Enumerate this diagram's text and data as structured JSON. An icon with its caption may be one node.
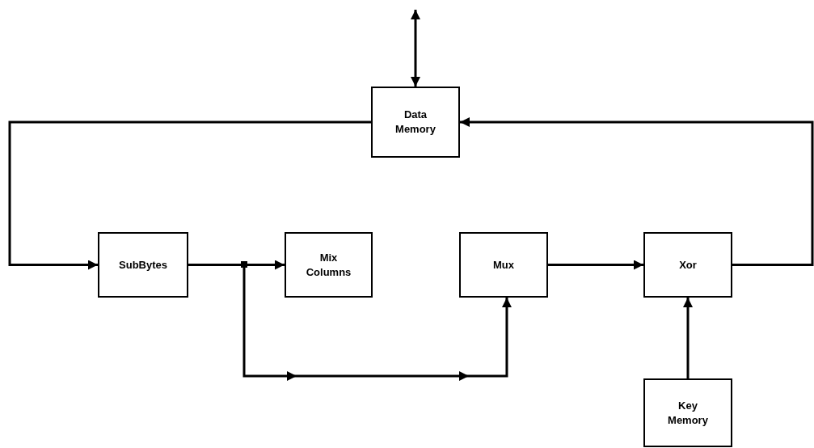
{
  "diagram": {
    "nodes": [
      {
        "text": [
          "Data Memory"
        ]
      },
      {
        "text": [
          "SubBytes"
        ]
      },
      {
        "text": [
          "Mix Columns"
        ]
      },
      {
        "text": [
          "Mux"
        ]
      },
      {
        "text": [
          "Xor"
        ]
      },
      {
        "text": [
          "Key Memory"
        ]
      }
    ],
    "edges": [
      {
        "from": 0,
        "to": 1,
        "arrow": "to"
      },
      {
        "from": 1,
        "to": 2,
        "arrow": "to"
      },
      {
        "from": 1,
        "to": 3,
        "arrow": "to"
      },
      {
        "from": 3,
        "to": 4,
        "arrow": "to"
      },
      {
        "from": 5,
        "to": 4,
        "arrow": "to"
      },
      {
        "from": 4,
        "to": 0,
        "arrow": "to"
      },
      {
        "from": 0,
        "to": null,
        "arrow": "both"
      }
    ]
  }
}
